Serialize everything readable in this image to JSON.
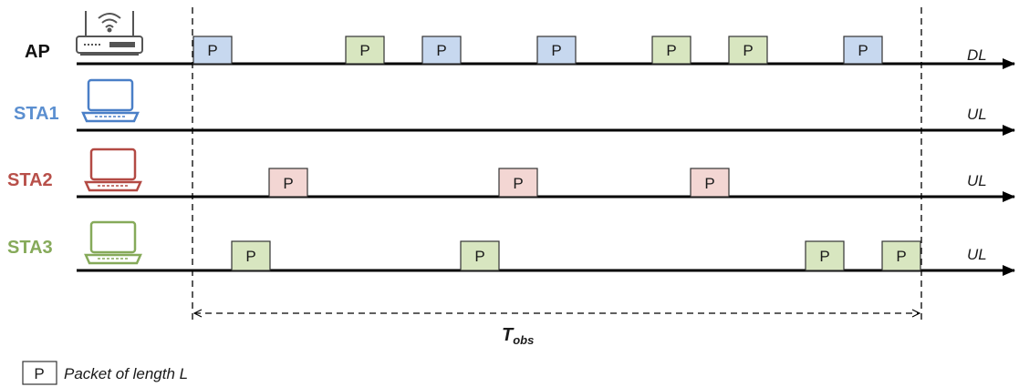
{
  "rows": [
    {
      "label": "AP",
      "label_color": "#111111",
      "direction": "DL",
      "device": "router-icon"
    },
    {
      "label": "STA1",
      "label_color": "#5b8fd0",
      "direction": "UL",
      "device": "laptop-icon"
    },
    {
      "label": "STA2",
      "label_color": "#b8504a",
      "direction": "UL",
      "device": "laptop-icon"
    },
    {
      "label": "STA3",
      "label_color": "#86aa5a",
      "direction": "UL",
      "device": "laptop-icon"
    }
  ],
  "packet_label": "P",
  "packet_colors": {
    "blue": {
      "fill": "#c7d8ef",
      "stroke": "#333333"
    },
    "green": {
      "fill": "#d8e6c0",
      "stroke": "#333333"
    },
    "pink": {
      "fill": "#f3d6d3",
      "stroke": "#333333"
    }
  },
  "device_colors": {
    "router": "#555555",
    "STA1": "#4a7fc7",
    "STA2": "#b34a44",
    "STA3": "#86aa5a"
  },
  "tobs": {
    "main": "T",
    "sub": "obs"
  },
  "legend": {
    "symbol": "P",
    "text": "Packet of length L"
  }
}
